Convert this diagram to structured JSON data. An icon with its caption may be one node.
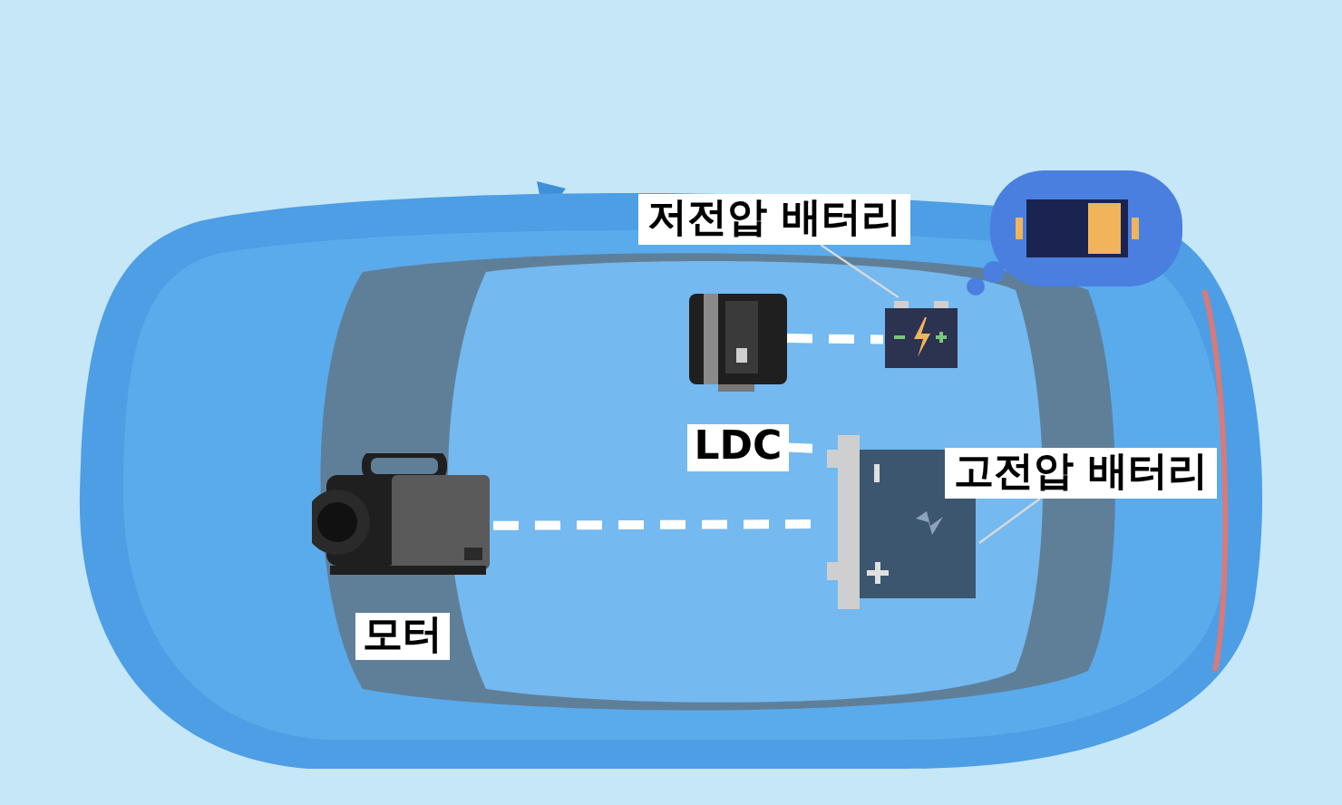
{
  "diagram": {
    "nodes": [
      {
        "text": [
          "저전압 배터리"
        ]
      },
      {
        "text": [],
        "shape": "picture"
      },
      {
        "text": [
          "LDC"
        ]
      },
      {
        "text": [],
        "shape": "picture"
      },
      {
        "text": [
          "고전압 배터리"
        ]
      },
      {
        "text": [
          "모터"
        ]
      }
    ],
    "edges": [
      {
        "from": 0,
        "to": 1,
        "arrow": "none",
        "color": "#d9d9d9"
      },
      {
        "from": 2,
        "to": 1,
        "arrow": "none",
        "style": "dashed"
      },
      {
        "from": 2,
        "to": 3,
        "arrow": "none",
        "style": "dashed"
      },
      {
        "from": 5,
        "to": 3,
        "arrow": "none",
        "style": "dashed"
      },
      {
        "from": 4,
        "to": 3,
        "arrow": "none",
        "color": "#d9d9d9"
      }
    ]
  }
}
